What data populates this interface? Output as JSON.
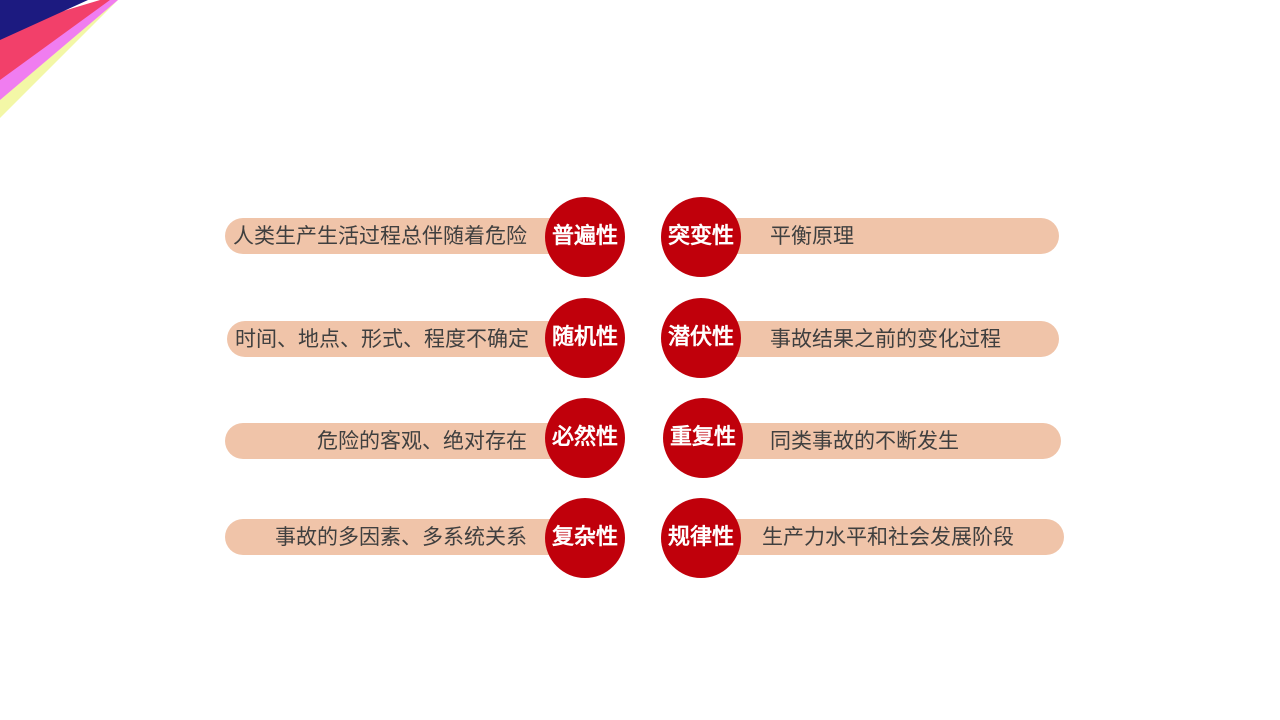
{
  "colors": {
    "badge": "#c0000b",
    "pill": "#f0c4a9",
    "text": "#3f3f3f",
    "deco_navy": "#1c1a80",
    "deco_red": "#f2406a",
    "deco_pink": "#f07df0",
    "deco_yellow": "#f3f7a6"
  },
  "left_items": [
    {
      "badge": "普遍性",
      "text": "人类生产生活过程总伴随着危险"
    },
    {
      "badge": "随机性",
      "text": "时间、地点、形式、程度不确定"
    },
    {
      "badge": "必然性",
      "text": "危险的客观、绝对存在"
    },
    {
      "badge": "复杂性",
      "text": "事故的多因素、多系统关系"
    }
  ],
  "right_items": [
    {
      "badge": "突变性",
      "text": "平衡原理"
    },
    {
      "badge": "潜伏性",
      "text": "事故结果之前的变化过程"
    },
    {
      "badge": "重复性",
      "text": "同类事故的不断发生"
    },
    {
      "badge": "规律性",
      "text": "生产力水平和社会发展阶段"
    }
  ]
}
